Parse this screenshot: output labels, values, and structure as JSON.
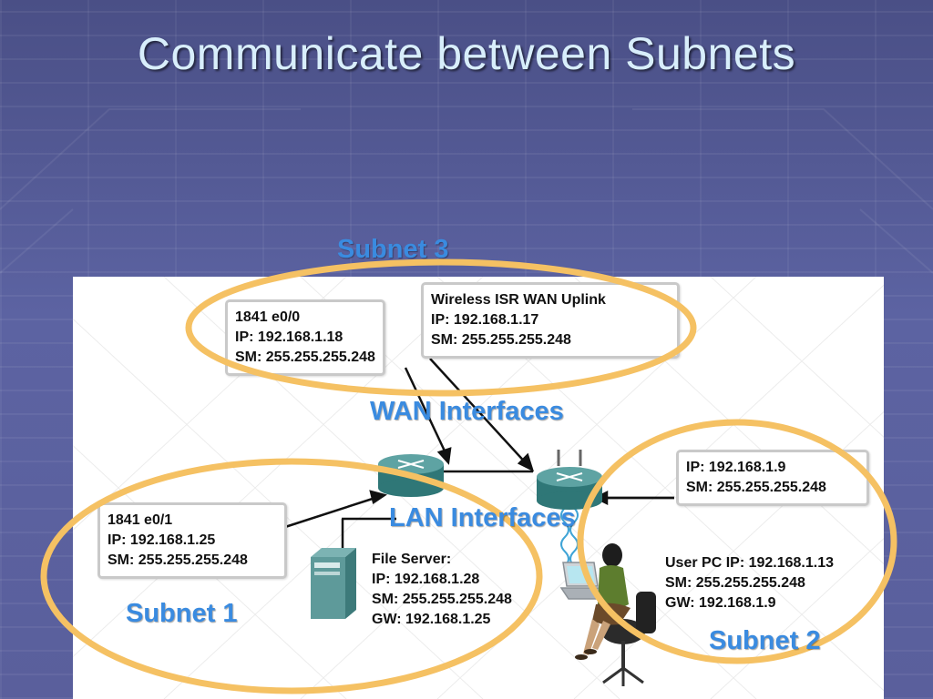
{
  "title": "Communicate between Subnets",
  "subnet_labels": {
    "subnet3": "Subnet 3",
    "subnet1": "Subnet 1",
    "subnet2": "Subnet 2"
  },
  "interface_labels": {
    "wan": "WAN Interfaces",
    "lan": "LAN Interfaces"
  },
  "boxes": {
    "r1841_e00": {
      "line1": "1841 e0/0",
      "line2": "IP: 192.168.1.18",
      "line3": "SM: 255.255.255.248"
    },
    "wireless_uplink": {
      "line1": "Wireless ISR WAN Uplink",
      "line2": "IP: 192.168.1.17",
      "line3": "SM: 255.255.255.248"
    },
    "r1841_e01": {
      "line1": "1841 e0/1",
      "line2": "IP: 192.168.1.25",
      "line3": "SM: 255.255.255.248"
    },
    "isr_lan": {
      "line1": "IP: 192.168.1.9",
      "line2": "SM: 255.255.255.248"
    },
    "file_server": {
      "line1": "File Server:",
      "line2": "IP: 192.168.1.28",
      "line3": "SM: 255.255.255.248",
      "line4": "GW: 192.168.1.25"
    },
    "user_pc": {
      "line1": "User PC IP: 192.168.1.13",
      "line2": "SM: 255.255.255.248",
      "line3": "GW: 192.168.1.9"
    }
  },
  "colors": {
    "title": "#d8eefb",
    "subnet_ellipse": "#f5c163",
    "blue_label": "#3a8be0",
    "router": "#3f8a8a",
    "background": "#565c96"
  },
  "icons": [
    "router-icon",
    "wireless-router-icon",
    "file-server-icon",
    "laptop-icon",
    "user-person-icon"
  ]
}
